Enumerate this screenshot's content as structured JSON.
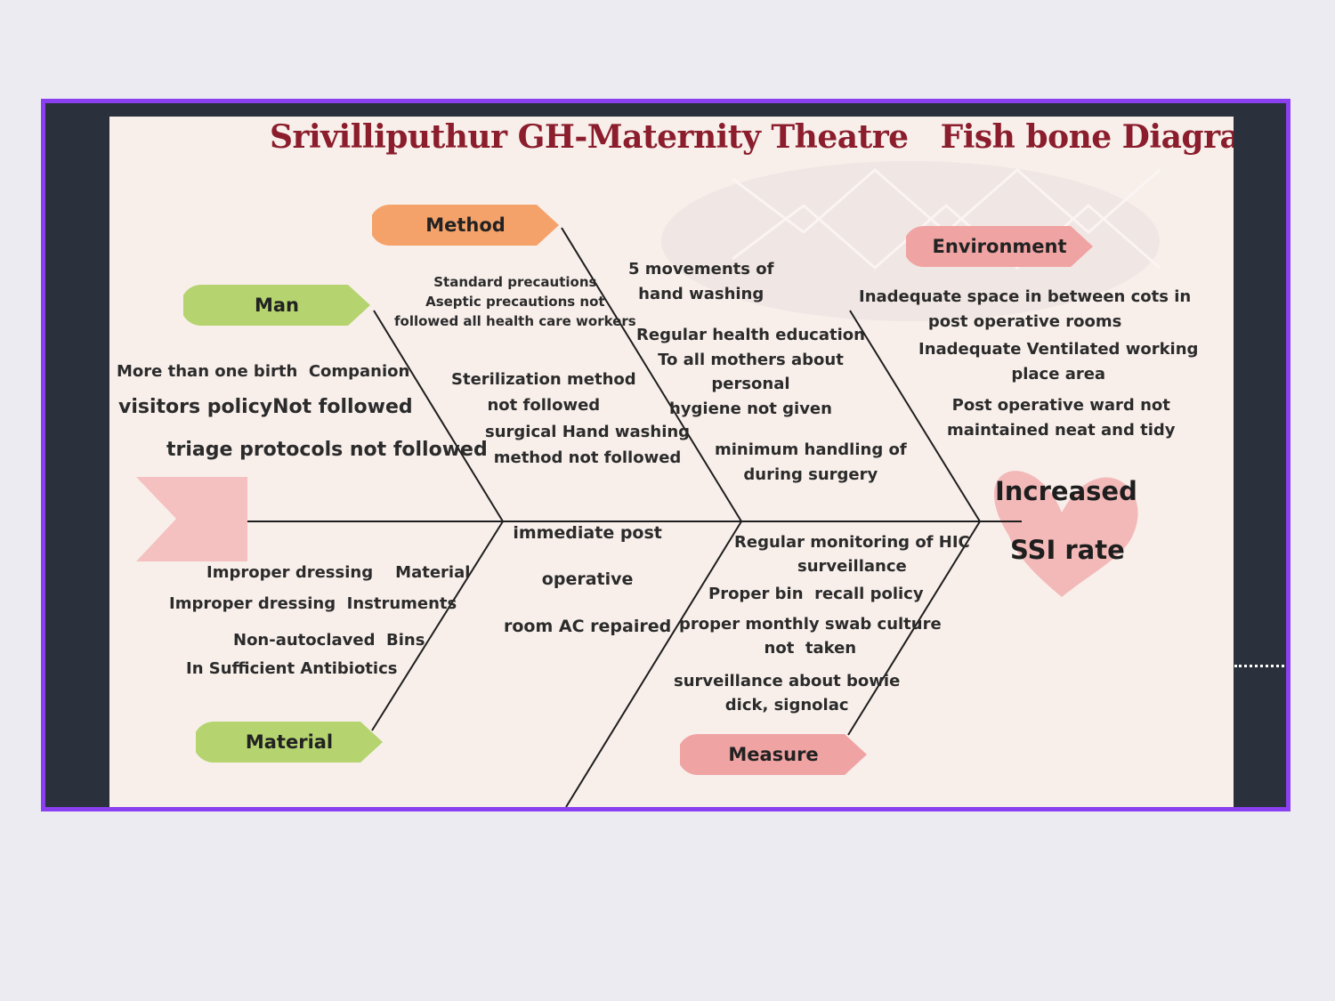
{
  "title": "Srivilliputhur GH-Maternity Theatre   Fish bone Diagram",
  "effect": {
    "line1": "Increased",
    "line2": "SSI rate"
  },
  "categories": {
    "method": "Method",
    "man": "Man",
    "environment": "Environment",
    "material": "Material",
    "measure": "Measure"
  },
  "causes": {
    "method_1": "Standard precautions\nAseptic precautions not\nfollowed all health care workers",
    "method_2": "5 movements of\nhand washing",
    "method_3": "Sterilization method\nnot followed",
    "method_4": "surgical Hand washing\nmethod not followed",
    "man_1": "More than one birth  Companion",
    "man_2": "visitors policyNot followed",
    "man_3": "triage protocols not followed",
    "hygiene": "Regular health education\nTo all mothers about\npersonal\nhygiene not given",
    "surgery": "minimum handling of\nduring surgery",
    "env_1": "Inadequate space in between cots in\npost operative rooms",
    "env_2": "Inadequate Ventilated working\nplace area",
    "env_3": "Post operative ward not\nmaintained neat and tidy",
    "mat_1": "Improper dressing    Material",
    "mat_2": "Improper dressing  Instruments",
    "mat_3": "Non-autoclaved  Bins",
    "mat_4": "In Sufficient Antibiotics",
    "ac": "immediate post\n\noperative\n\nroom AC repaired",
    "meas_1": "Regular monitoring of HIC\nsurveillance",
    "meas_2": "Proper bin  recall policy",
    "meas_3": "proper monthly swab culture\nnot  taken",
    "meas_4": "surveillance about bowie\ndick, signolac"
  },
  "colors": {
    "orange": "#f5a26a",
    "green": "#b5d46f",
    "pink": "#f0a3a3",
    "title": "#8b1d2c",
    "frame": "#8a3ff0"
  }
}
